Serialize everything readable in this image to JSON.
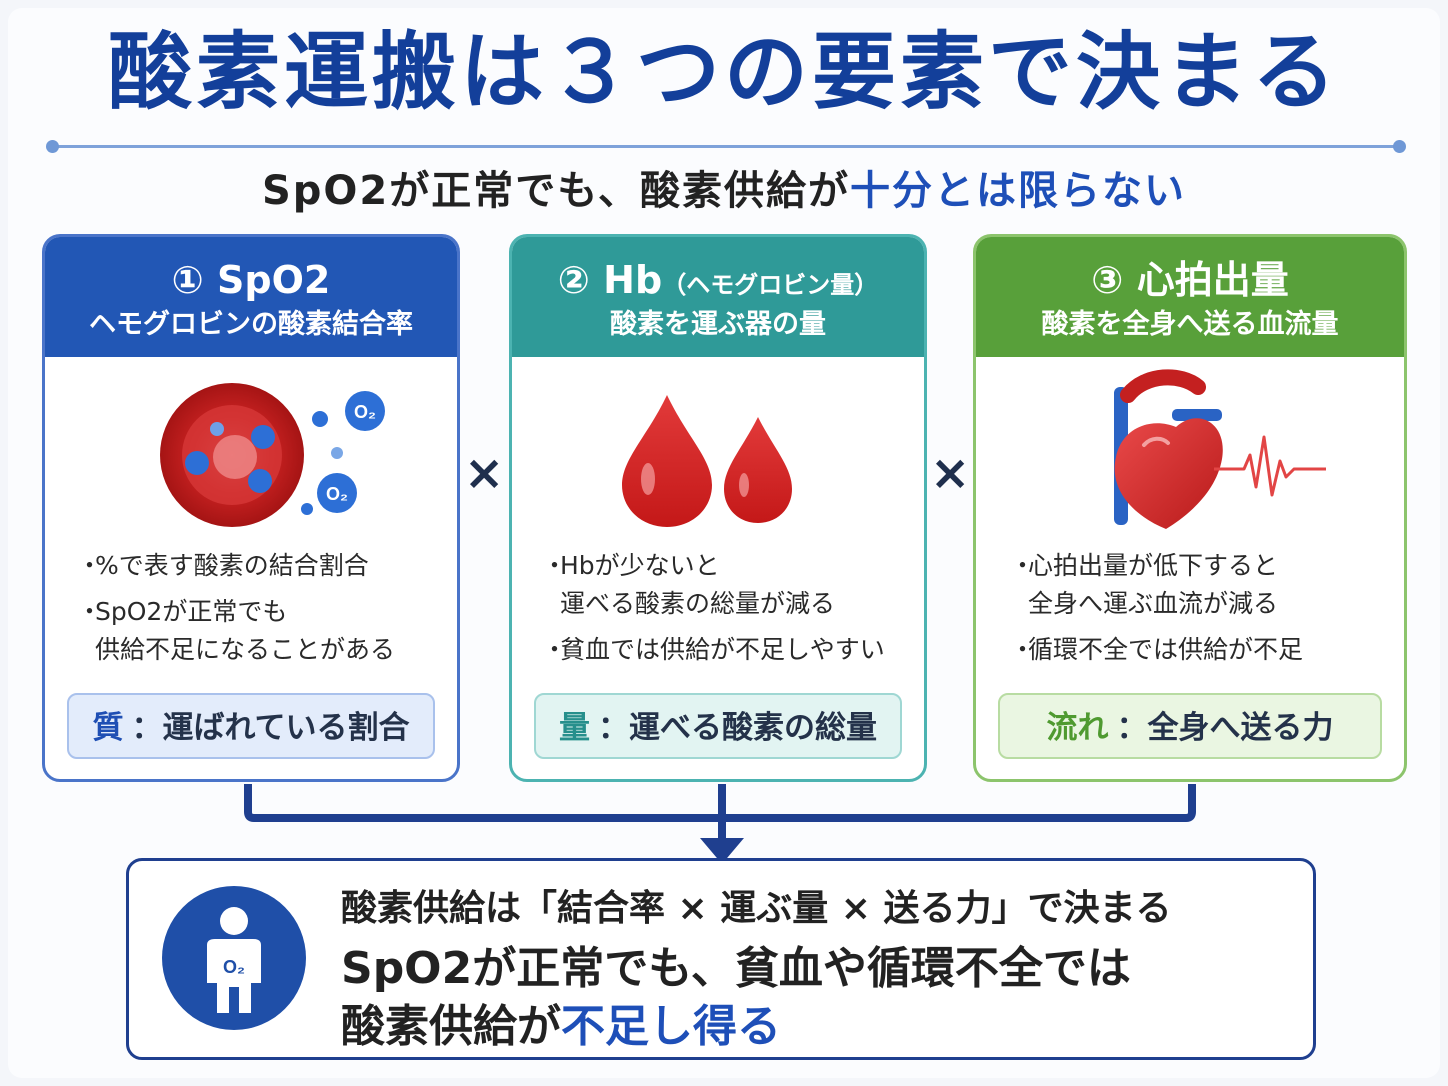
{
  "title": "酸素運搬は３つの要素で決まる",
  "subtitle": {
    "prefix": "SpO2が正常でも、酸素供給が",
    "highlight": "十分とは限らない"
  },
  "cards": [
    {
      "num_title": "① SpO2",
      "title_small": "",
      "subtitle": "ヘモグロビンの酸素結合率",
      "illustration_icon": "red-blood-cell-icon",
      "o2_label": "O₂",
      "bullets": [
        "%で表す酸素の結合割合",
        "SpO2が正常でも\n供給不足になることがある"
      ],
      "tag_lead": "質",
      "tag_rest": "：運ばれている割合",
      "accent": "#2257b5"
    },
    {
      "num_title": "② Hb",
      "title_small": "（ヘモグロビン量）",
      "subtitle": "酸素を運ぶ器の量",
      "illustration_icon": "blood-drops-icon",
      "bullets": [
        "Hbが少ないと\n運べる酸素の総量が減る",
        "貧血では供給が不足しやすい"
      ],
      "tag_lead": "量",
      "tag_rest": "：運べる酸素の総量",
      "accent": "#2f9a98"
    },
    {
      "num_title": "③ 心拍出量",
      "title_small": "",
      "subtitle": "酸素を全身へ送る血流量",
      "illustration_icon": "heart-pulse-icon",
      "bullets": [
        "心拍出量が低下すると\n全身へ運ぶ血流が減る",
        "循環不全では供給が不足"
      ],
      "tag_lead": "流れ",
      "tag_rest": "：全身へ送る力",
      "accent": "#58a03a"
    }
  ],
  "operator": "×",
  "bullet_mark": "・",
  "summary": {
    "line1": "酸素供給は「結合率 × 運ぶ量 × 送る力」で決まる",
    "line2": "SpO2が正常でも、貧血や循環不全では",
    "line3_prefix": "酸素供給が",
    "line3_highlight": "不足し得る",
    "avatar_label": "O₂",
    "avatar_icon": "person-o2-icon"
  },
  "colors": {
    "title": "#133f9a",
    "highlight": "#1e4fb8",
    "connector": "#1f3f8f"
  }
}
